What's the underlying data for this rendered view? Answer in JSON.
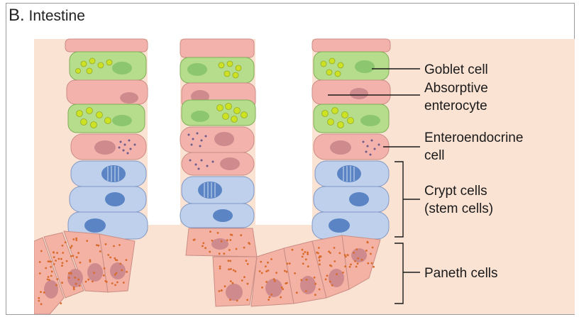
{
  "panel": {
    "letter": "B.",
    "title": "Intestine"
  },
  "labels": {
    "goblet": "Goblet cell",
    "absorptive_1": "Absorptive",
    "absorptive_2": "enterocyte",
    "enteroendocrine_1": "Enteroendocrine",
    "enteroendocrine_2": "cell",
    "crypt_1": "Crypt cells",
    "crypt_2": "(stem cells)",
    "paneth": "Paneth cells"
  },
  "colors": {
    "background": "#fbe3d4",
    "enterocyte": "#f3b3ac",
    "goblet": "#b5dd8c",
    "goblet_granule": "#cde222",
    "stem_cell": "#bfd0ec",
    "stem_nucleus": "#5b84c4",
    "paneth": "#f4b2a4",
    "paneth_granule": "#d96b2c",
    "nucleus": "#cf8a8e"
  }
}
